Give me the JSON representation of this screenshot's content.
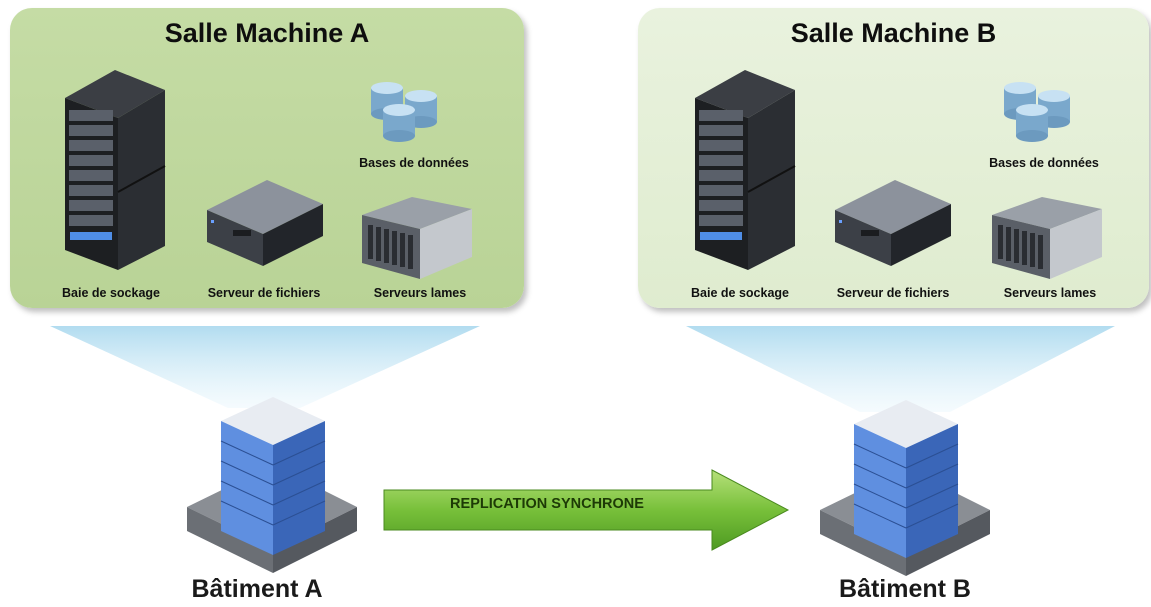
{
  "rooms": [
    {
      "title": "Salle Machine A",
      "labels": {
        "storage": "Baie de sockage",
        "file_server": "Serveur de fichiers",
        "blades": "Serveurs lames",
        "databases": "Bases de données"
      }
    },
    {
      "title": "Salle Machine B",
      "labels": {
        "storage": "Baie de sockage",
        "file_server": "Serveur de fichiers",
        "blades": "Serveurs lames",
        "databases": "Bases de données"
      }
    }
  ],
  "buildings": [
    {
      "label": "Bâtiment A"
    },
    {
      "label": "Bâtiment B"
    }
  ],
  "replication": {
    "label": "REPLICATION SYNCHRONE"
  },
  "colors": {
    "room_a": "#bcd59a",
    "room_b": "#e3eed6",
    "arrow": "#7fc441",
    "beam": "#bfe3f3",
    "building": "#4f7fd6"
  },
  "icons": [
    "storage-rack-icon",
    "file-server-icon",
    "blade-server-icon",
    "database-icon",
    "building-icon",
    "arrow-right-icon"
  ]
}
